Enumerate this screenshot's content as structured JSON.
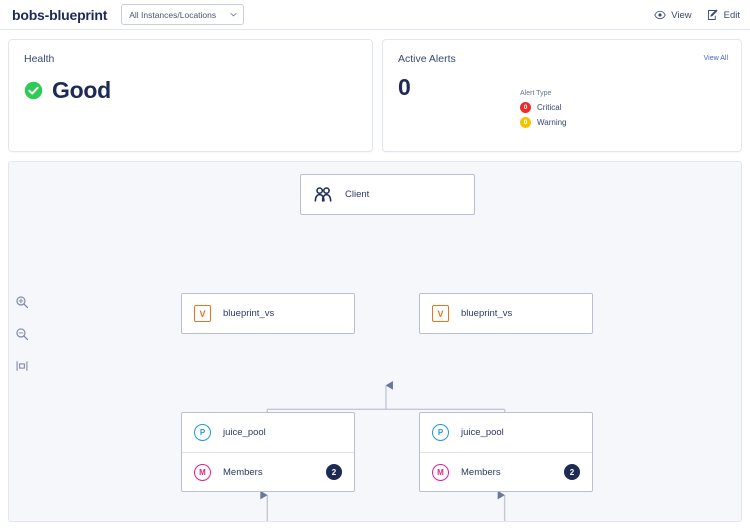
{
  "header": {
    "brand": "bobs-blueprint",
    "scope_select": {
      "value": "All Instances/Locations",
      "icon": "chevron-down-icon"
    },
    "actions": [
      {
        "label": "View",
        "icon": "eye-icon"
      },
      {
        "label": "Edit",
        "icon": "pencil-square-icon"
      }
    ]
  },
  "health_card": {
    "title": "Health",
    "status": "Good",
    "status_icon": "check-circle-icon",
    "status_color": "#2ecc57"
  },
  "alerts_card": {
    "title": "Active Alerts",
    "count": "0",
    "view_all": "View All",
    "legend_title": "Alert Type",
    "rows": [
      {
        "label": "Critical",
        "count": "0",
        "color": "#ee2b2b"
      },
      {
        "label": "Warning",
        "count": "0",
        "color": "#f5c400"
      }
    ]
  },
  "canvas": {
    "zoom_controls": [
      {
        "name": "zoom-in-icon"
      },
      {
        "name": "zoom-out-icon"
      },
      {
        "name": "fit-to-screen-icon"
      }
    ],
    "nodes": {
      "client": {
        "label": "Client",
        "icon": "users-icon"
      },
      "vs_left": {
        "label": "blueprint_vs",
        "icon_letter": "V",
        "icon_color": "#e8751a"
      },
      "vs_right": {
        "label": "blueprint_vs",
        "icon_letter": "V",
        "icon_color": "#e8751a"
      },
      "pool_left": {
        "label": "juice_pool",
        "icon_letter": "P",
        "icon_color": "#1f9ad6"
      },
      "pool_right": {
        "label": "juice_pool",
        "icon_letter": "P",
        "icon_color": "#1f9ad6"
      },
      "members_left": {
        "label": "Members",
        "icon_letter": "M",
        "icon_color": "#e0218a",
        "count": "2"
      },
      "members_right": {
        "label": "Members",
        "icon_letter": "M",
        "icon_color": "#e0218a",
        "count": "2"
      }
    }
  }
}
